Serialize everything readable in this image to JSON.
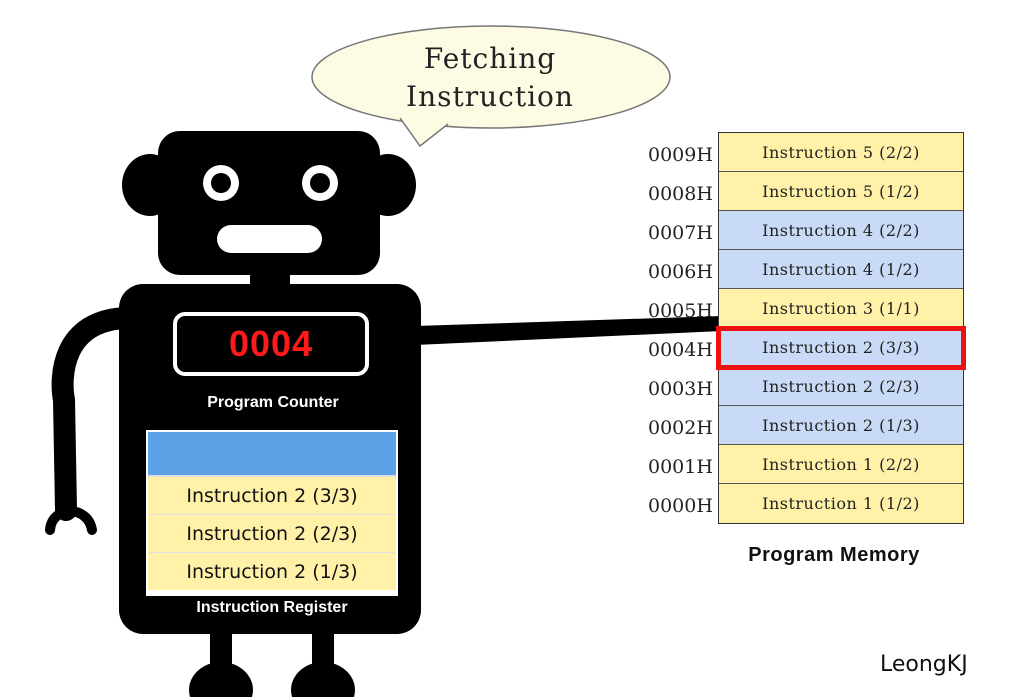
{
  "bubble": {
    "line1": "Fetching",
    "line2": "Instruction"
  },
  "program_counter": {
    "value": "0004",
    "label": "Program Counter"
  },
  "instruction_register": {
    "label": "Instruction Register",
    "rows": [
      "Instruction 2 (3/3)",
      "Instruction 2 (2/3)",
      "Instruction 2 (1/3)"
    ]
  },
  "program_memory": {
    "label": "Program Memory",
    "highlighted_address": "0004H",
    "cells": [
      {
        "address": "0009H",
        "content": "Instruction 5 (2/2)",
        "color": "#fff2a8"
      },
      {
        "address": "0008H",
        "content": "Instruction 5 (1/2)",
        "color": "#fff2a8"
      },
      {
        "address": "0007H",
        "content": "Instruction 4 (2/2)",
        "color": "#c8daf5"
      },
      {
        "address": "0006H",
        "content": "Instruction 4 (1/2)",
        "color": "#c8daf5"
      },
      {
        "address": "0005H",
        "content": "Instruction 3 (1/1)",
        "color": "#fff2a8"
      },
      {
        "address": "0004H",
        "content": "Instruction 2 (3/3)",
        "color": "#c8daf5"
      },
      {
        "address": "0003H",
        "content": "Instruction 2 (2/3)",
        "color": "#c8daf5"
      },
      {
        "address": "0002H",
        "content": "Instruction 2 (1/3)",
        "color": "#c8daf5"
      },
      {
        "address": "0001H",
        "content": "Instruction 1 (2/2)",
        "color": "#fff2a8"
      },
      {
        "address": "0000H",
        "content": "Instruction 1 (1/2)",
        "color": "#fff2a8"
      }
    ]
  },
  "author": "LeongKJ",
  "colors": {
    "highlight": "#ee1111",
    "pc_digits": "#ff1a1a",
    "ir_empty": "#5ba3e6"
  }
}
